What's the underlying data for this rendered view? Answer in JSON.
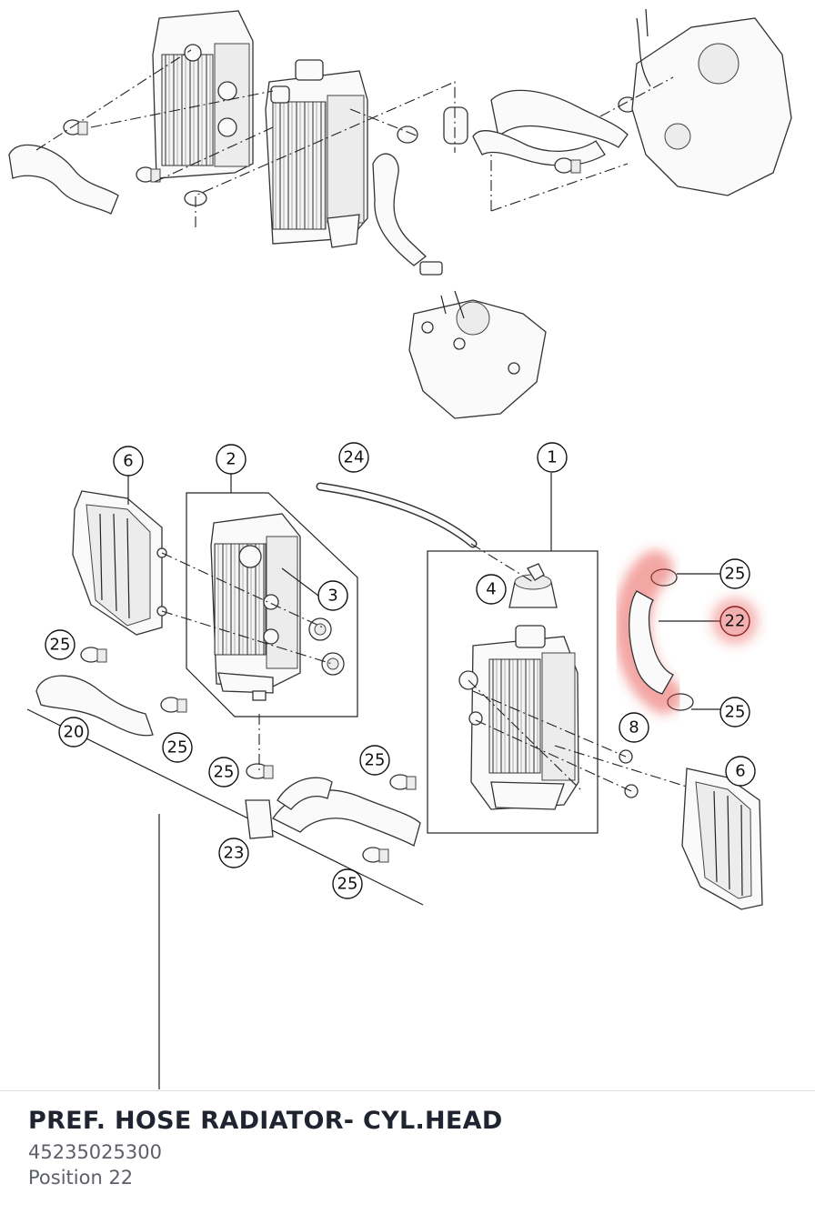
{
  "part": {
    "title": "PREF. HOSE RADIATOR- CYL.HEAD",
    "number": "45235025300",
    "position": "Position 22"
  },
  "highlight_color": "#e53935",
  "callouts": [
    {
      "id": "c1",
      "label": "1"
    },
    {
      "id": "c2",
      "label": "2"
    },
    {
      "id": "c3",
      "label": "3"
    },
    {
      "id": "c4",
      "label": "4"
    },
    {
      "id": "c6a",
      "label": "6"
    },
    {
      "id": "c6b",
      "label": "6"
    },
    {
      "id": "c8",
      "label": "8"
    },
    {
      "id": "c20",
      "label": "20"
    },
    {
      "id": "c22",
      "label": "22",
      "highlighted": true
    },
    {
      "id": "c23",
      "label": "23"
    },
    {
      "id": "c24",
      "label": "24"
    },
    {
      "id": "c25a",
      "label": "25"
    },
    {
      "id": "c25b",
      "label": "25"
    },
    {
      "id": "c25c",
      "label": "25"
    },
    {
      "id": "c25d",
      "label": "25"
    },
    {
      "id": "c25e",
      "label": "25"
    },
    {
      "id": "c25f",
      "label": "25"
    },
    {
      "id": "c25g",
      "label": "25"
    }
  ]
}
